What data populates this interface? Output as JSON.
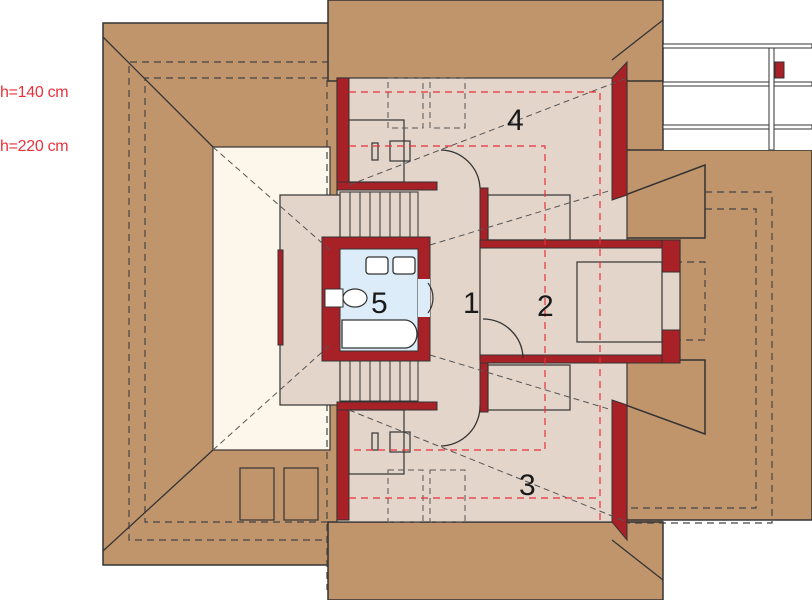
{
  "legend": {
    "items": [
      {
        "label": "h=140 cm",
        "color": "#e8323c",
        "line_style": "dashed"
      },
      {
        "label": "h=220 cm",
        "color": "#e8323c",
        "line_style": "dashed"
      }
    ]
  },
  "plan": {
    "type": "attic floor plan",
    "rooms": [
      {
        "number": "1",
        "type": "hall"
      },
      {
        "number": "2",
        "type": "room"
      },
      {
        "number": "3",
        "type": "room"
      },
      {
        "number": "4",
        "type": "room"
      },
      {
        "number": "5",
        "type": "bathroom"
      }
    ],
    "colors": {
      "roof": "#c1956c",
      "floor": "#e3d5ca",
      "wall": "#a82126",
      "bathroom": "#dcecf8",
      "void": "#fdf6ea",
      "line": "#333333",
      "height_line": "#e8323c"
    }
  }
}
